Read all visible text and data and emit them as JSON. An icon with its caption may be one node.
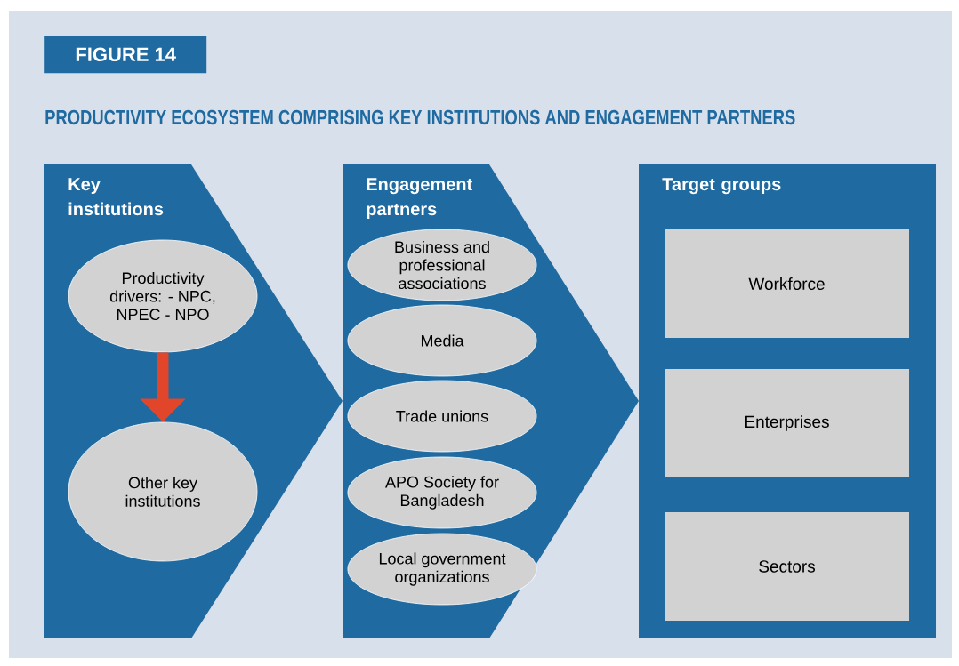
{
  "diagram": {
    "title": "PRODUCTIVITY ECOSYSTEM COMPRISING KEY INSTITUTIONS AND ENGAGEMENT PARTNERS",
    "nodes": [
      {
        "text": [
          "Key institutions"
        ]
      },
      {
        "text": [
          "Productivity drivers: - NPC, NPEC - NPO"
        ],
        "in": 0
      },
      {
        "text": [
          "Other key institutions"
        ],
        "in": 0
      },
      {
        "text": [
          "Engagement partners"
        ]
      },
      {
        "text": [
          "Business and professional associations"
        ],
        "in": 3
      },
      {
        "text": [
          "Media"
        ],
        "in": 3
      },
      {
        "text": [
          "Trade unions"
        ],
        "in": 3
      },
      {
        "text": [
          "APO Society for Bangladesh"
        ],
        "in": 3
      },
      {
        "text": [
          "Local government organizations"
        ],
        "in": 3
      },
      {
        "text": [
          "Target groups"
        ]
      },
      {
        "text": [
          "Workforce"
        ],
        "in": 9
      },
      {
        "text": [
          "Enterprises"
        ],
        "in": 9
      },
      {
        "text": [
          "Sectors"
        ],
        "in": 9
      }
    ],
    "edges": [
      {
        "from": 1,
        "to": 2,
        "arrow": "to",
        "color": "#e2462a"
      }
    ],
    "labels": [
      "FIGURE 14"
    ]
  }
}
